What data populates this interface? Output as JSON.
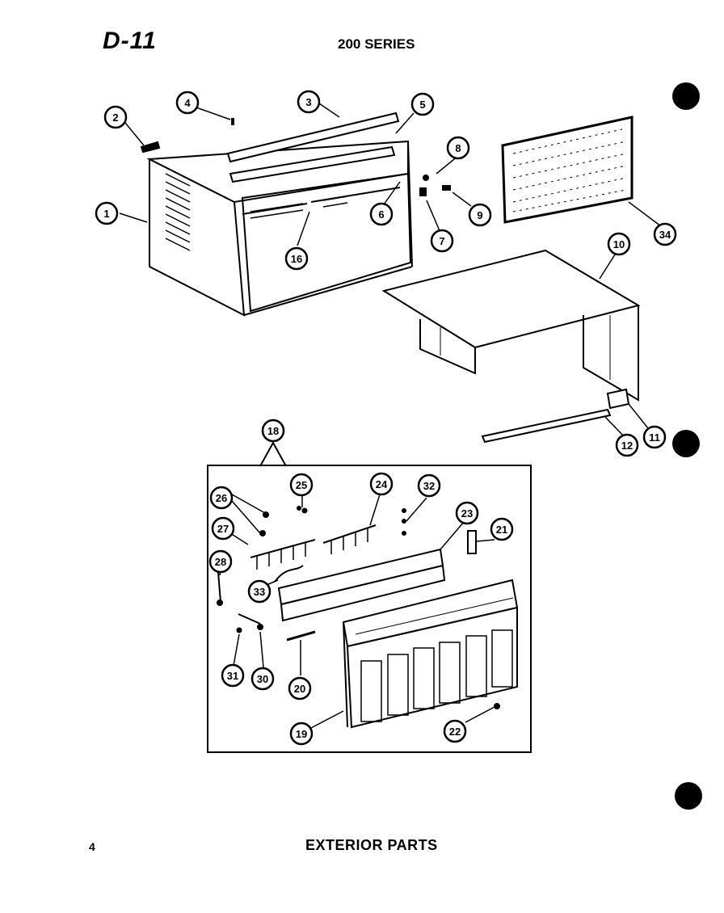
{
  "header": {
    "code": "D-11",
    "series": "200 SERIES"
  },
  "footer": {
    "page": "4",
    "title": "EXTERIOR PARTS"
  },
  "callouts": [
    "1",
    "2",
    "3",
    "4",
    "5",
    "6",
    "7",
    "8",
    "9",
    "10",
    "11",
    "12",
    "16",
    "18",
    "19",
    "20",
    "21",
    "22",
    "23",
    "24",
    "25",
    "26",
    "27",
    "28",
    "30",
    "31",
    "32",
    "33",
    "34"
  ]
}
